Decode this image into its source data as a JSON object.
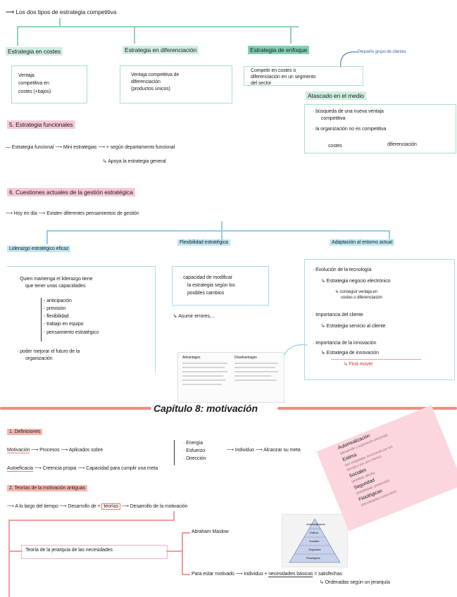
{
  "colors": {
    "green": "#a9dfc6",
    "green_dark": "#7fd1b3",
    "pink": "#f7c9d6",
    "blue": "#bfe7f3",
    "salmon": "#f6b7ae",
    "red": "#d9302c"
  },
  "top": {
    "title": "Los dos tipos de estrategia competitiva"
  },
  "strategies": {
    "costes": {
      "label": "Estrategia en costes",
      "body": [
        "Ventaja",
        "competitiva en",
        "costes (+bajos)"
      ]
    },
    "diferenciacion": {
      "label": "Estrategia en diferenciación",
      "body": [
        "Ventaja competitiva de",
        "diferenciación",
        "(productos únicos)"
      ]
    },
    "enfoque": {
      "label": "Estrategia de enfoque",
      "note": "Pequeño grupo de clientes",
      "body": [
        "Competir en costes o",
        "diferenciación en un segmento",
        "del sector"
      ]
    }
  },
  "atascado": {
    "label": "Atascado en el medio",
    "bullets": [
      "búsqueda de una nueva ventaja",
      "competitiva",
      "la organización no es competitiva"
    ],
    "col_left": "costes",
    "col_right": "diferenciación"
  },
  "section5": {
    "title": "5. Estrategia funcionales",
    "line1_a": "Estrategia funcional",
    "line1_b": "Mini estrategias",
    "line1_c": "según departamento funcional",
    "line2": "Apoya la estrategia general"
  },
  "section6": {
    "title": "6. Cuestiones actuales de la gestión estratégica",
    "line_a": "Hoy en día",
    "line_b": "Existen diferentes pensamientos de gestión"
  },
  "liderazgo": {
    "label": "Liderazgo estratégico eficaz",
    "intro": [
      "Quien mantenga el liderazgo tiene",
      "que tener unas capacidades"
    ],
    "items": [
      "anticipación",
      "previsión",
      "flexibilidad",
      "trabajo en equipo",
      "pensamiento estratégico"
    ],
    "extra": [
      "poder mejorar el futuro de la",
      "organización"
    ]
  },
  "flexibilidad": {
    "label": "Flexibilidad estratégica",
    "body": [
      "capacidad de modificar",
      "la estrategia según los",
      "posibles cambios"
    ],
    "assume": "Asumir errores,..."
  },
  "adaptacion": {
    "label": "Adaptación al entorno actual",
    "tech": "Evolución de la tecnología",
    "tech_sub": "Estrategia negocio electrónico",
    "tech_sub2": [
      "conseguir ventaja en",
      "costes o diferenciación"
    ],
    "client": "Importancia del cliente",
    "client_sub": "Estrategia servicio al cliente",
    "innov": "Importancia de la innovación",
    "innov_sub": "Estrategia de innovación",
    "innov_sub2": "First mover"
  },
  "table_img": {
    "col1": "Advantages",
    "col2": "Disadvantages"
  },
  "chapter": {
    "title": "Capítulo 8: motivación"
  },
  "defs": {
    "title": "1. Definiciones",
    "motivacion": "Motivación",
    "procesos": "Procesos",
    "aplicados": "Aplicados sobre",
    "list": [
      "Energía",
      "Esfuerzo",
      "Dirección"
    ],
    "individuo": "Individuo",
    "meta": "Alcanzar su meta",
    "autoeficacia": "Autoeficacia",
    "creencia": "Creencia propia",
    "capacidad": "Capacidad para cumplir una meta"
  },
  "section2": {
    "title": "2. Teorías de la motivación antiguas",
    "line_a": "A lo largo del tiempo",
    "line_b": "Desarrollo de",
    "line_c": "teorías",
    "line_d": "Desarrollo de la motivación",
    "jerarquia": "Teoría de la jerarquía de las necesidades",
    "maslow": "Abraham Maslow",
    "estar_a": "Para estar motivado",
    "estar_b": "Individuo",
    "estar_c": "necesidades básicas",
    "estar_d": "satisfechas",
    "estar_e": "Ordenadas según un jerarquía"
  },
  "pyramid": [
    "Autorrealización",
    "Estima",
    "Sociales",
    "Seguridad",
    "Fisiológicas"
  ],
  "pink_note": [
    "Autorrealización",
    "(desarrollo y superación personal)",
    "Estima",
    "(ser respetado, reconocido por los",
    "demás y por uno mismo)",
    "Sociales",
    "(amistad, afecto)",
    "Seguridad",
    "(estabilidad, protección)",
    "Fisiológicas",
    "(necesidades corporales)"
  ]
}
